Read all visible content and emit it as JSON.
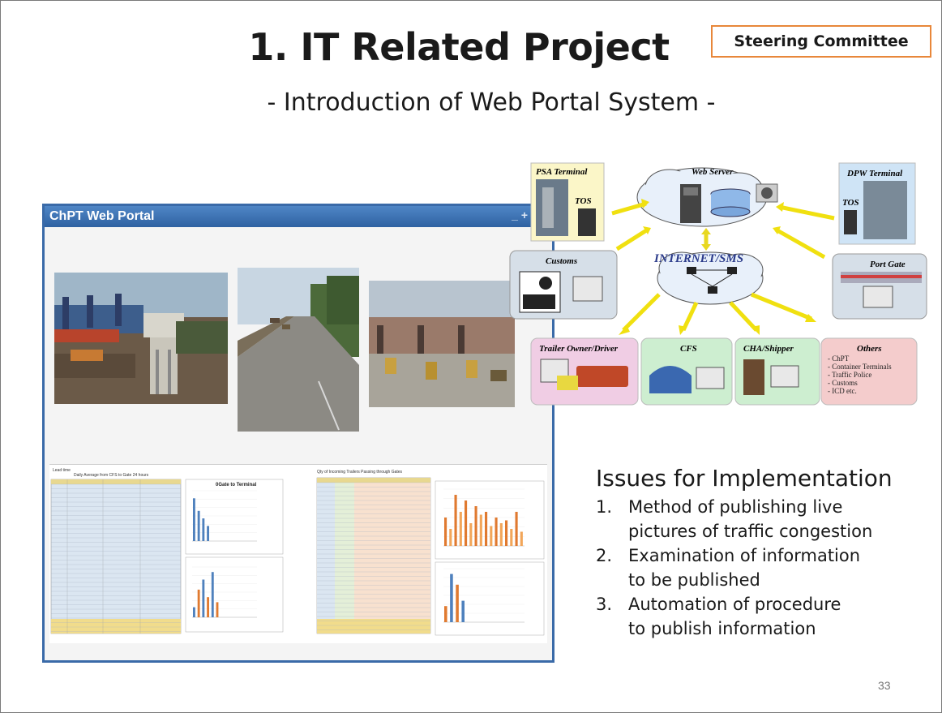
{
  "slide": {
    "title": "1. IT Related Project",
    "subtitle": "- Introduction of Web Portal System -",
    "badge": "Steering Committee",
    "page_number": "33"
  },
  "portal": {
    "window_title": "ChPT Web Portal",
    "controls": "_ +",
    "left_table_heading": "Lead time",
    "left_table_subheading": "Daily Average from CFS to Gate 24 hours",
    "left_chart_title": "0Gate to Terminal",
    "right_table_heading": "Qty of Incoming Trailers Passing through Gates"
  },
  "network": {
    "psa": {
      "label": "PSA Terminal",
      "tos": "TOS"
    },
    "web_server": "Web Server",
    "dpw": {
      "label": "DPW Terminal",
      "tos": "TOS"
    },
    "customs": "Customs",
    "internet": "INTERNET/SMS",
    "port_gate": "Port Gate",
    "trailer": "Trailer Owner/Driver",
    "cfs": "CFS",
    "cha": "CHA/Shipper",
    "others": {
      "label": "Others",
      "items": [
        "- ChPT",
        "- Container Terminals",
        "- Traffic Police",
        "- Customs",
        "- ICD etc."
      ]
    }
  },
  "issues": {
    "title": "Issues for Implementation",
    "items": [
      {
        "num": "1.",
        "lines": [
          "Method of publishing live",
          "pictures of traffic congestion"
        ]
      },
      {
        "num": "2.",
        "lines": [
          "Examination of information",
          "to be published"
        ]
      },
      {
        "num": "3.",
        "lines": [
          "Automation of procedure",
          "to publish information"
        ]
      }
    ]
  },
  "colors": {
    "badge_border": "#e8873a",
    "portal_titlebar": "#3a6aa8",
    "arrow": "#f0e010"
  }
}
